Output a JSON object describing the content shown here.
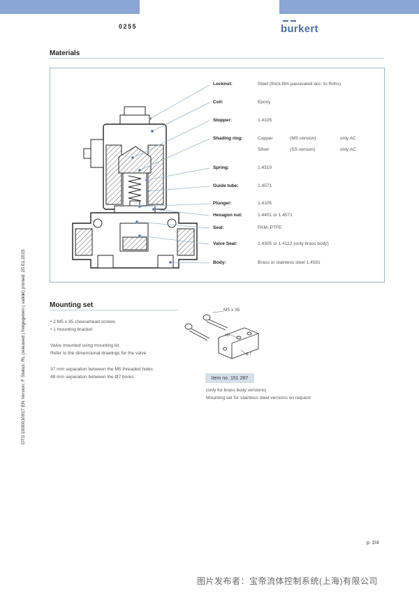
{
  "header": {
    "product_code": "0255",
    "brand": "burkert",
    "accent_color": "#8aa6d4",
    "brand_color": "#4e6e9e"
  },
  "materials": {
    "title": "Materials",
    "rows": [
      {
        "name": "Locknut:",
        "value": "Steel (thick-film passivated acc. to Rohs)"
      },
      {
        "name": "Coil:",
        "value": "Epoxy"
      },
      {
        "name": "Stopper:",
        "value": "1.4105"
      },
      {
        "name": "Shading ring:",
        "value": "Copper",
        "version": "(MS version)",
        "note": "only AC",
        "value2": "Silver",
        "version2": "(SS version)",
        "note2": "only AC"
      },
      {
        "name": "Spring:",
        "value": "1.4310"
      },
      {
        "name": "Guide tube:",
        "value": "1.4571"
      },
      {
        "name": "Plunger:",
        "value": "1.4105"
      },
      {
        "name": "Hexagon nut:",
        "value": "1.4401 or 1.4571"
      },
      {
        "name": "Seal:",
        "value": "FKM, PTFE"
      },
      {
        "name": "Valve Seat:",
        "value": "1.4305 or 1.4112 (only brass body)"
      },
      {
        "name": "Body:",
        "value": "Brass or stainless steel 1.4581"
      }
    ]
  },
  "mounting": {
    "title": "Mounting set",
    "bullets": [
      "• 2 M5 x 35 cheesehead screws",
      "• 1 mounting bracket"
    ],
    "desc1": "Valve mounted using mounting kit",
    "desc2": "Refer to the dimensional drawings for the valve",
    "sep1": "37 mm separation between the M5 threaded holes",
    "sep2": "48 mm separation between the Ø7 bores",
    "drawing_label_screw": "M5 x 35",
    "drawing_label_m6": "M6",
    "drawing_label_bore": "Ø 7",
    "item_no": "Item no. 151 287",
    "note1": "(only for brass body versions)",
    "note2": "Mounting set for stainless steel versions on request"
  },
  "sidebar_text": "DTS 1000010917 EN Version: F Status: RL (released | freigegeben | validé) printed: 20.01.2015",
  "page_number": "p. 2/4",
  "watermark": "图片发布者：宝帝流体控制系统(上海)有限公司"
}
